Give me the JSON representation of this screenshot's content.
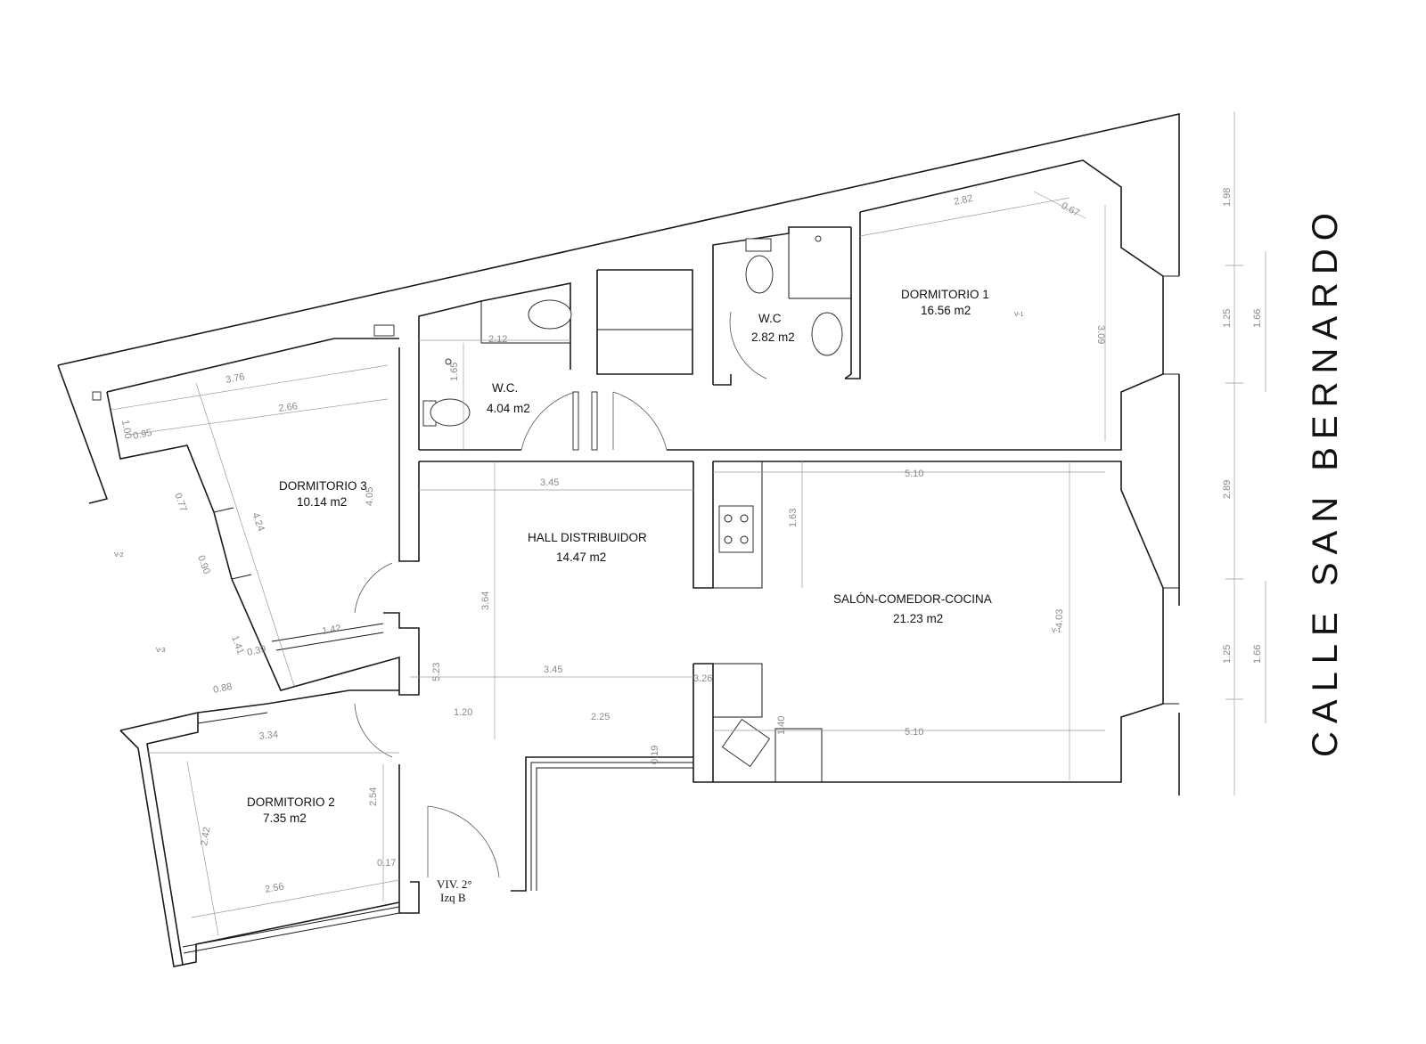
{
  "street": "CALLE SAN BERNARDO",
  "unit": {
    "line1": "VIV. 2°",
    "line2": "Izq  B"
  },
  "rooms": {
    "dormitorio1": {
      "name": "DORMITORIO 1",
      "area": "16.56 m2"
    },
    "wc_right": {
      "name": "W.C",
      "area": "2.82 m2"
    },
    "wc_left": {
      "name": "W.C.",
      "area": "4.04 m2"
    },
    "dormitorio3": {
      "name": "DORMITORIO 3",
      "area": "10.14 m2"
    },
    "hall": {
      "name": "HALL DISTRIBUIDOR",
      "area": "14.47 m2"
    },
    "salon": {
      "name": "SALÓN-COMEDOR-COCINA",
      "area": "21.23 m2"
    },
    "dormitorio2": {
      "name": "DORMITORIO 2",
      "area": "7.35 m2"
    }
  },
  "dimensions": {
    "d_282": "2.82",
    "d_067": "0.67",
    "d_309": "3.09",
    "d_212": "2.12",
    "d_165": "1.65",
    "d_376": "3.76",
    "d_266": "2.66",
    "d_100": "1.00",
    "d_095": "0.95",
    "d_345_top": "3.45",
    "d_510_top": "5.10",
    "d_163": "1.63",
    "d_403": "4.03",
    "d_424": "4.24",
    "d_405": "4.05",
    "d_077": "0.77",
    "d_090": "0.90",
    "d_141": "1.41",
    "d_039": "0.39",
    "d_142": "1.42",
    "d_088": "0.88",
    "d_364": "3.64",
    "d_523": "5.23",
    "d_345_mid": "3.45",
    "d_326": "3.26",
    "d_120": "1.20",
    "d_225": "2.25",
    "d_140": "1.40",
    "d_510_bot": "5.10",
    "d_019": "0.19",
    "d_334": "3.34",
    "d_254": "2.54",
    "d_242": "2.42",
    "d_017": "0.17",
    "d_256": "2.56",
    "r_198": "1.98",
    "r_125_a": "1.25",
    "r_166_a": "1.66",
    "r_289": "2.89",
    "r_125_b": "1.25",
    "r_166_b": "1.66"
  },
  "windows": {
    "v1_a": "V-1",
    "v1_b": "V-1",
    "v2": "V-2",
    "v3": "V-3"
  }
}
